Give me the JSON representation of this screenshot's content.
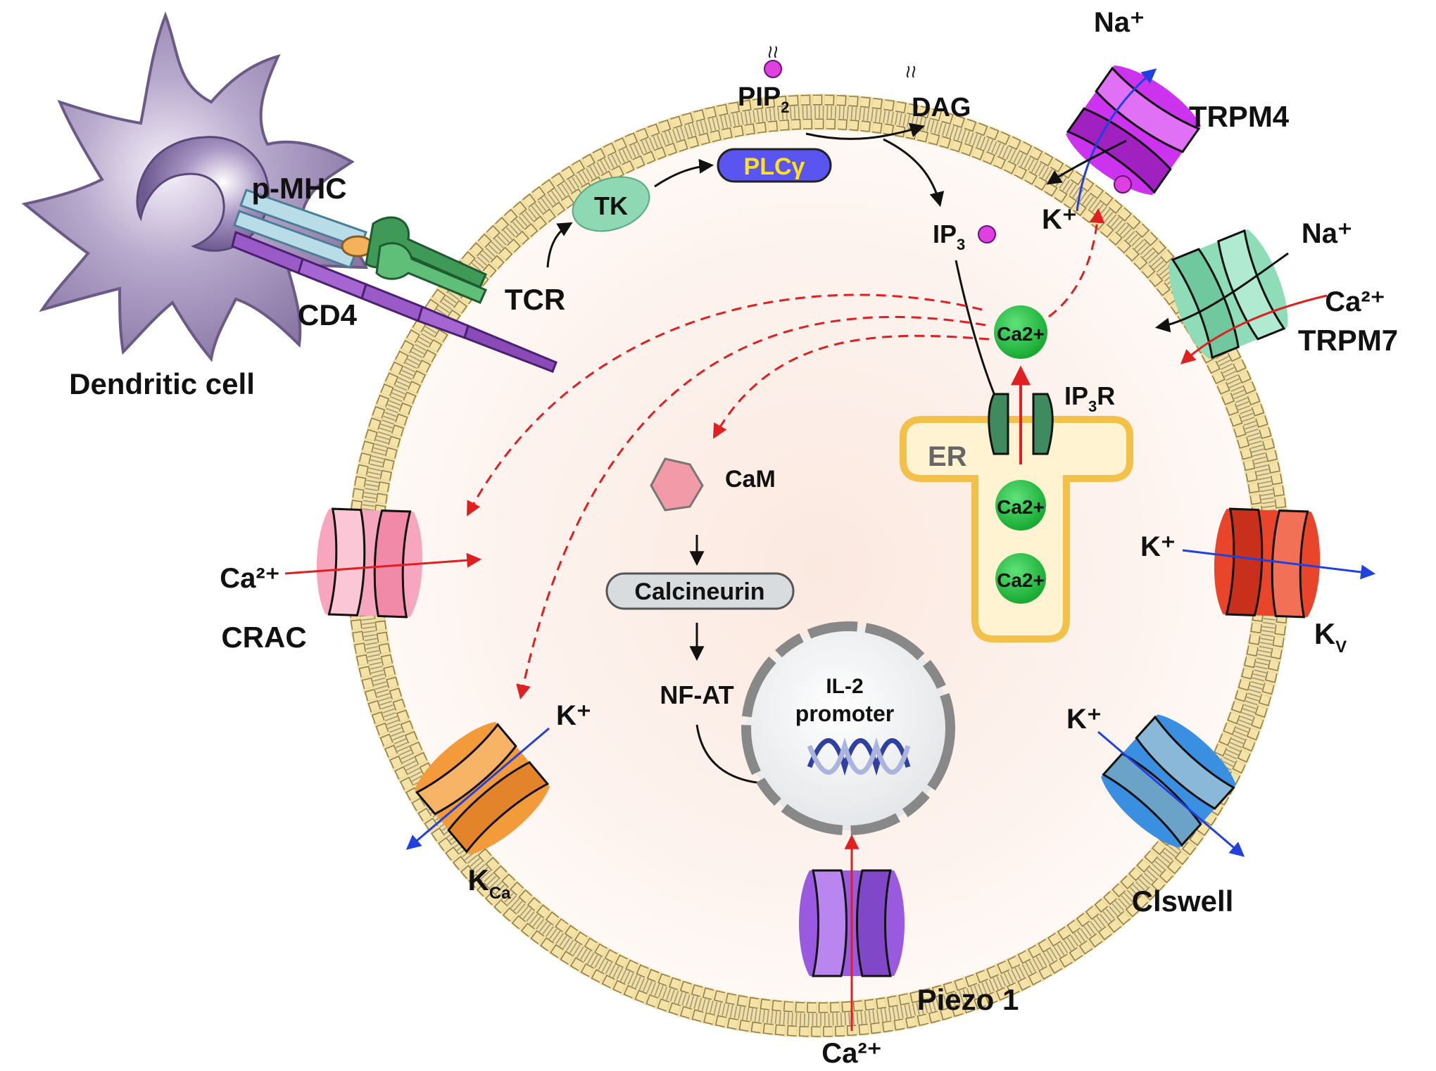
{
  "labels": {
    "dendritic_cell": "Dendritic cell",
    "p_mhc": "p-MHC",
    "cd4": "CD4",
    "tcr": "TCR",
    "tk": "TK",
    "plc": "PLCγ",
    "pip": "PIP",
    "pip_sub": "2",
    "dag": "DAG",
    "ip": "IP",
    "ip_sub": "3",
    "ip3r": "IP",
    "ip3r_sub": "3",
    "ip3r_r": "R",
    "er": "ER",
    "ca_cyto": "Ca2+",
    "ca_er_1": "Ca2+",
    "ca_er_2": "Ca2+",
    "cam": "CaM",
    "calcineurin": "Calcineurin",
    "nfat": "NF-AT",
    "il2_line1": "IL-2",
    "il2_line2": "promoter",
    "trpm4": "TRPM4",
    "trpm4_na": "Na⁺",
    "trpm4_k": "K⁺",
    "trpm7": "TRPM7",
    "trpm7_na": "Na⁺",
    "trpm7_ca": "Ca²⁺",
    "crac": "CRAC",
    "crac_ca": "Ca²⁺",
    "kv": "K",
    "kv_sub": "V",
    "kv_k": "K⁺",
    "kca": "K",
    "kca_sub": "Ca",
    "kca_k": "K⁺",
    "clswell": "Clswell",
    "clswell_k": "K⁺",
    "piezo": "Piezo 1",
    "piezo_ca": "Ca²⁺"
  },
  "colors": {
    "lipid_head": "#f3dfa0",
    "dendritic": "#9a88b3",
    "trpm4": "#cc33ee",
    "trpm7": "#8fdcb8",
    "crac": "#f7a6bf",
    "kv": "#e8452b",
    "kca": "#f39a3a",
    "clswell": "#3a8fe0",
    "piezo": "#9a5ae0",
    "ip3r": "#3f8a5e",
    "ca_ball": "#1dbf3a",
    "plc": "#5a54f0",
    "tk": "#8fd8b4",
    "red_arrow": "#e02020",
    "blue_arrow": "#2040e0"
  }
}
